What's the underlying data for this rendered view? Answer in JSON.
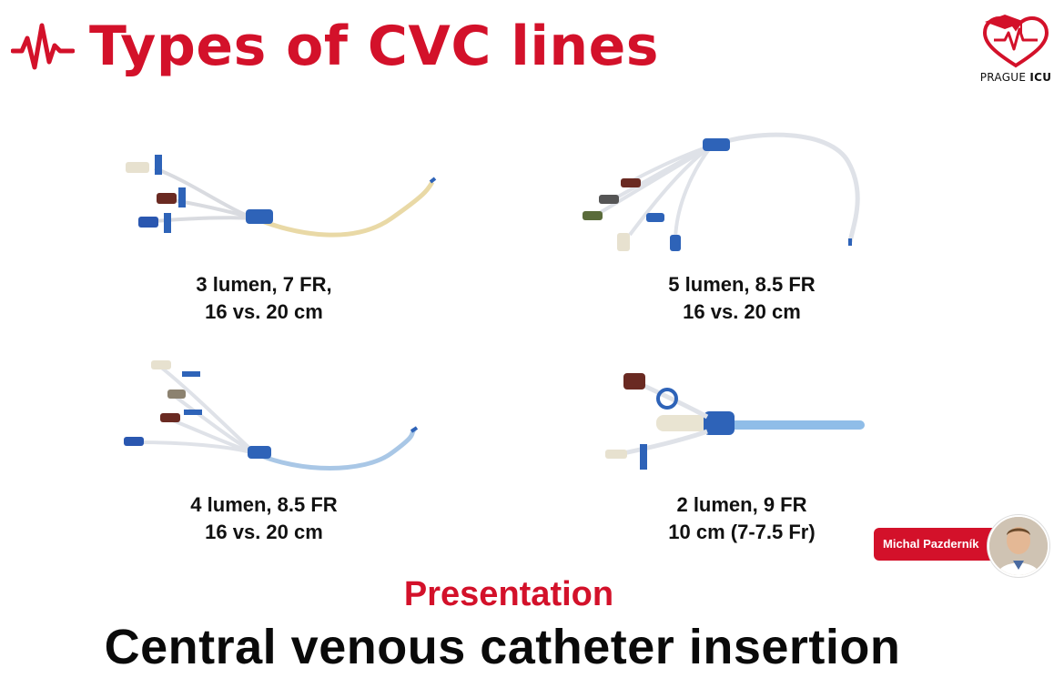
{
  "header": {
    "title": "Types of CVC lines",
    "icon": "heartbeat-pulse-icon",
    "accent_color": "#d3112a"
  },
  "logo": {
    "text_regular": "PRAGUE ",
    "text_bold": "ICU",
    "icon": "heart-graduation-cap-icon"
  },
  "catheters": [
    {
      "line1": "3 lumen, 7 FR,",
      "line2": "16 vs. 20 cm"
    },
    {
      "line1": "5 lumen, 8.5 FR",
      "line2": "16 vs. 20 cm"
    },
    {
      "line1": "4 lumen, 8.5 FR",
      "line2": "16 vs. 20 cm"
    },
    {
      "line1": "2 lumen, 9 FR",
      "line2": "10 cm (7-7.5 Fr)"
    }
  ],
  "presenter": {
    "name": "Michal Pazderník"
  },
  "footer": {
    "label": "Presentation",
    "title": "Central venous catheter insertion"
  }
}
